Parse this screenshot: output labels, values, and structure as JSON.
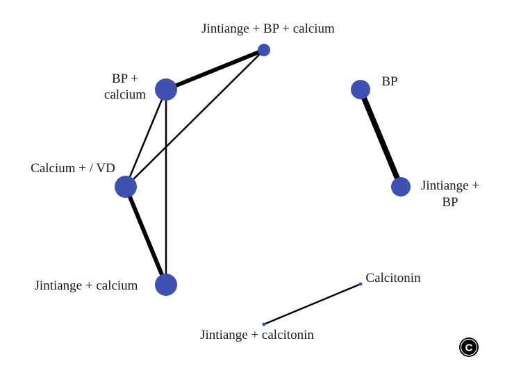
{
  "panel_label": "C",
  "colors": {
    "node": "#3f51b0",
    "edge": "#000000",
    "label": "#1a1a1a",
    "badge": "#000000"
  },
  "nodes": [
    {
      "id": "jbc",
      "label_lines": [
        "Jintiange + BP + calcium"
      ]
    },
    {
      "id": "bpc",
      "label_lines": [
        "BP +",
        "calcium"
      ]
    },
    {
      "id": "calvd",
      "label_lines": [
        "Calcium + / VD"
      ]
    },
    {
      "id": "jc",
      "label_lines": [
        "Jintiange + calcium"
      ]
    },
    {
      "id": "bp",
      "label_lines": [
        "BP"
      ]
    },
    {
      "id": "jbp",
      "label_lines": [
        "Jintiange +",
        "BP"
      ]
    },
    {
      "id": "ct",
      "label_lines": [
        "Calcitonin"
      ]
    },
    {
      "id": "jct",
      "label_lines": [
        "Jintiange + calcitonin"
      ]
    }
  ],
  "edges": [
    {
      "from": "bpc",
      "to": "jbc",
      "weight": "thick"
    },
    {
      "from": "calvd",
      "to": "jbc",
      "weight": "thin"
    },
    {
      "from": "bpc",
      "to": "calvd",
      "weight": "thin"
    },
    {
      "from": "bpc",
      "to": "jc",
      "weight": "thin"
    },
    {
      "from": "calvd",
      "to": "jc",
      "weight": "thick"
    },
    {
      "from": "bp",
      "to": "jbp",
      "weight": "thickest"
    },
    {
      "from": "ct",
      "to": "jct",
      "weight": "thin"
    }
  ]
}
